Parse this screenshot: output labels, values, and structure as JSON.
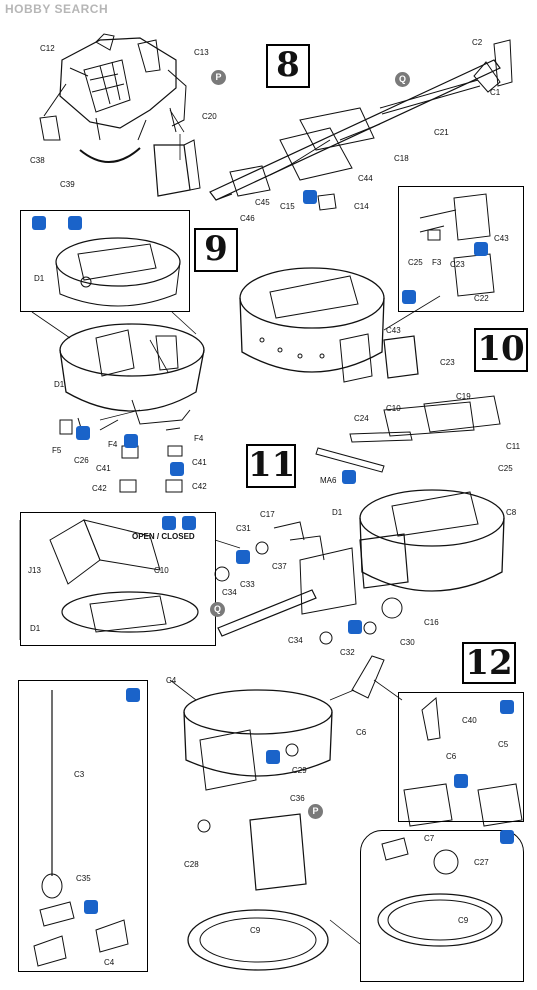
{
  "watermark": "HOBBY SEARCH",
  "steps": [
    "8",
    "9",
    "10",
    "11",
    "12"
  ],
  "markers": {
    "p": "P",
    "q": "Q"
  },
  "note_open_closed": "OPEN / CLOSED",
  "labels": {
    "c12": "C12",
    "c13": "C13",
    "c20": "C20",
    "c38": "C38",
    "c39": "C39",
    "c2": "C2",
    "c1": "C1",
    "c21": "C21",
    "c18": "C18",
    "c44": "C44",
    "c45": "C45",
    "c15": "C15",
    "c14": "C14",
    "c46": "C46",
    "d1a": "D1",
    "d1b": "D1",
    "f5": "F5",
    "c26": "C26",
    "f4a": "F4",
    "f4b": "F4",
    "c41a": "C41",
    "c41b": "C41",
    "c42a": "C42",
    "c42b": "C42",
    "c25a": "C25",
    "f3": "F3",
    "c23a": "C23",
    "c43a": "C43",
    "c22": "C22",
    "c43b": "C43",
    "c23b": "C23",
    "c24": "C24",
    "c10a": "C10",
    "c19": "C19",
    "c11": "C11",
    "c25b": "C25",
    "ma6": "MA6",
    "d1c": "D1",
    "c8": "C8",
    "c17": "C17",
    "c31": "C31",
    "c37": "C37",
    "c33": "C33",
    "c34a": "C34",
    "c16": "C16",
    "c30": "C30",
    "c32": "C32",
    "c34b": "C34",
    "j13": "J13",
    "c10b": "C10",
    "d1d": "D1",
    "c4a": "C4",
    "c3": "C3",
    "c35": "C35",
    "c4b": "C4",
    "c6a": "C6",
    "c29": "C29",
    "c36": "C36",
    "c28": "C28",
    "c9a": "C9",
    "c40": "C40",
    "c6b": "C6",
    "c5": "C5",
    "c7": "C7",
    "c27": "C27",
    "c9b": "C9"
  }
}
